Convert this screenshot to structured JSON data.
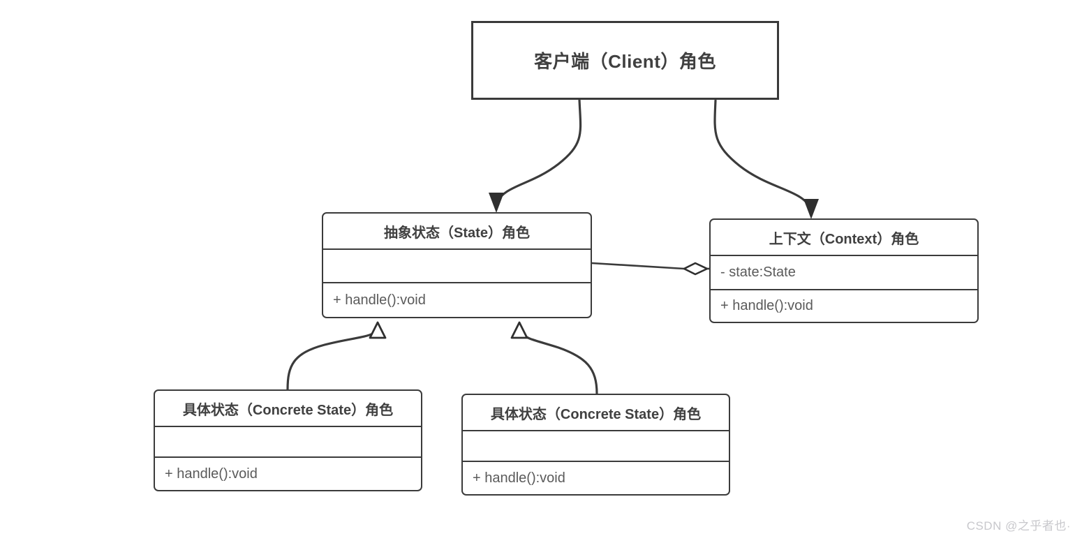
{
  "diagram": {
    "title": "State Pattern UML Class Diagram",
    "stroke_color": "#3b3b3b",
    "text_color": "#404040",
    "member_text_color": "#5a5a5a",
    "background": "#ffffff"
  },
  "nodes": {
    "client": {
      "title": "客户端（Client）角色"
    },
    "state": {
      "title": "抽象状态（State）角色",
      "attributes": "",
      "methods": "+ handle():void"
    },
    "context": {
      "title": "上下文（Context）角色",
      "attributes": "- state:State",
      "methods": "+ handle():void"
    },
    "concrete_a": {
      "title": "具体状态（Concrete State）角色",
      "attributes": "",
      "methods": "+ handle():void"
    },
    "concrete_b": {
      "title": "具体状态（Concrete State）角色",
      "attributes": "",
      "methods": "+ handle():void"
    }
  },
  "edges": [
    {
      "name": "client-to-state",
      "from": "client",
      "to": "state",
      "type": "dependency",
      "arrowhead": "solid-filled-triangle"
    },
    {
      "name": "client-to-context",
      "from": "client",
      "to": "context",
      "type": "dependency",
      "arrowhead": "solid-filled-triangle"
    },
    {
      "name": "context-aggregates-state",
      "from": "state",
      "to": "context",
      "type": "aggregation",
      "arrowhead": "hollow-diamond"
    },
    {
      "name": "concrete-a-inherits-state",
      "from": "concrete_a",
      "to": "state",
      "type": "generalization",
      "arrowhead": "hollow-triangle"
    },
    {
      "name": "concrete-b-inherits-state",
      "from": "concrete_b",
      "to": "state",
      "type": "generalization",
      "arrowhead": "hollow-triangle"
    }
  ],
  "watermark": {
    "text": "CSDN @之乎者也·"
  }
}
